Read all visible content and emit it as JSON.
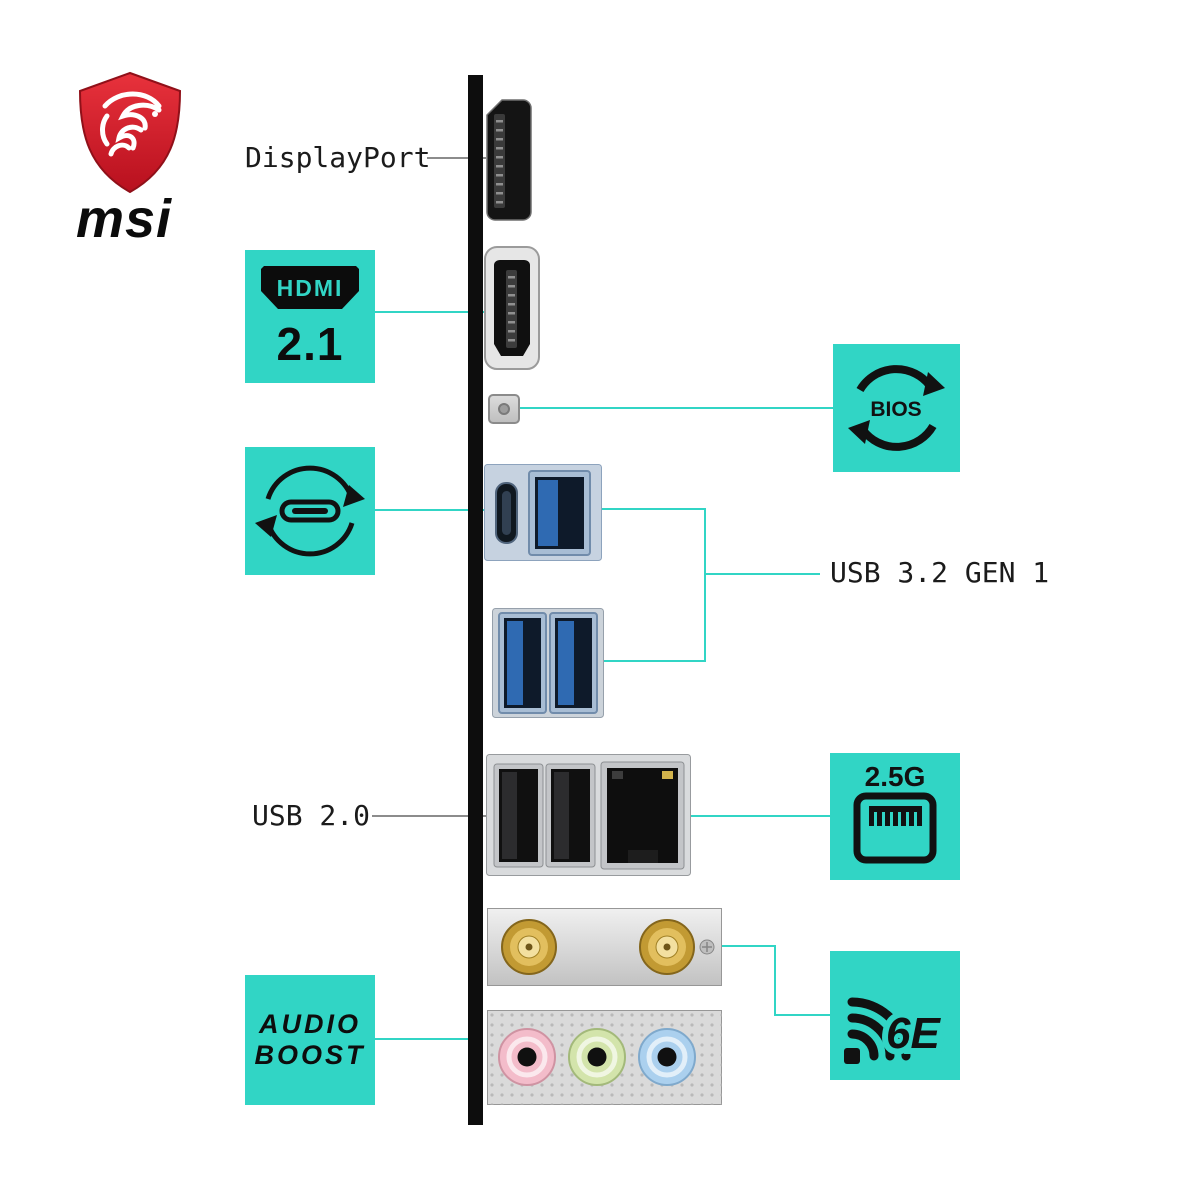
{
  "brand": {
    "wordmark": "msi"
  },
  "colors": {
    "accent": "#31d5c5",
    "shield_red": "#c8102e",
    "usb3_blue": "#2f6ab2",
    "antenna_gold": "#c29a33",
    "audio_jack_pink": "#f3bcca",
    "audio_jack_green": "#d3e4ab",
    "audio_jack_blue": "#abd0ee"
  },
  "labels": {
    "displayport": "DisplayPort",
    "usb32": "USB 3.2 GEN 1",
    "usb20": "USB 2.0"
  },
  "badges": {
    "hdmi_connector": "HDMI",
    "hdmi_version": "2.1",
    "bios": "BIOS",
    "lan": "2.5G",
    "wifi": "6E",
    "audio_line1": "AUDIO",
    "audio_line2": "BOOST"
  },
  "icons": {
    "msi_logo": "dragon-shield",
    "bios": "circular-refresh-arrows",
    "usbc": "usb-c-reversible-rotation",
    "lan": "ethernet-jack",
    "wifi": "wifi-signal-arcs",
    "hdmi": "hdmi-connector-plug"
  }
}
